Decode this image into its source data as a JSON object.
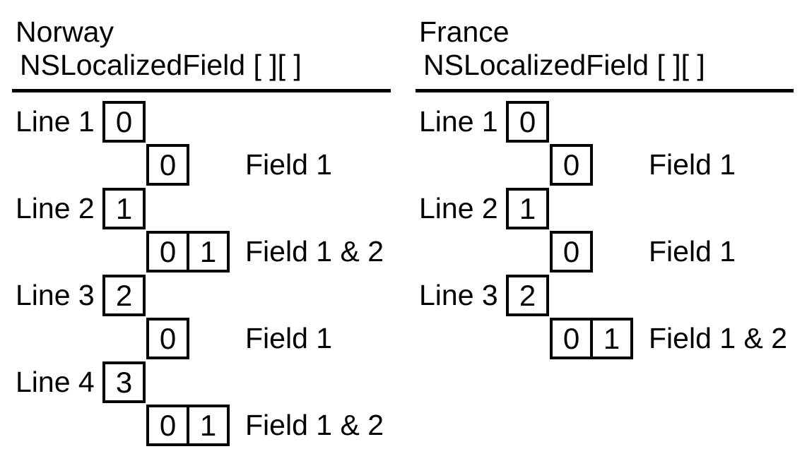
{
  "background_color": "#ffffff",
  "text_color": "#000000",
  "columns": {
    "norway": {
      "country": "Norway",
      "structure": "NSLocalizedField [ ][ ]",
      "rows": [
        {
          "type": "line",
          "label": "Line 1",
          "cells": [
            "0"
          ]
        },
        {
          "type": "field",
          "label": "Field 1",
          "cells": [
            "0"
          ]
        },
        {
          "type": "line",
          "label": "Line 2",
          "cells": [
            "1"
          ]
        },
        {
          "type": "field",
          "label": "Field 1 & 2",
          "cells": [
            "0",
            "1"
          ]
        },
        {
          "type": "line",
          "label": "Line 3",
          "cells": [
            "2"
          ]
        },
        {
          "type": "field",
          "label": "Field 1",
          "cells": [
            "0"
          ]
        },
        {
          "type": "line",
          "label": "Line 4",
          "cells": [
            "3"
          ]
        },
        {
          "type": "field",
          "label": "Field 1 & 2",
          "cells": [
            "0",
            "1"
          ]
        }
      ]
    },
    "france": {
      "country": "France",
      "structure": "NSLocalizedField [ ][ ]",
      "rows": [
        {
          "type": "line",
          "label": "Line 1",
          "cells": [
            "0"
          ]
        },
        {
          "type": "field",
          "label": "Field 1",
          "cells": [
            "0"
          ]
        },
        {
          "type": "line",
          "label": "Line 2",
          "cells": [
            "1"
          ]
        },
        {
          "type": "field",
          "label": "Field 1",
          "cells": [
            "0"
          ]
        },
        {
          "type": "line",
          "label": "Line 3",
          "cells": [
            "2"
          ]
        },
        {
          "type": "field",
          "label": "Field 1 & 2",
          "cells": [
            "0",
            "1"
          ]
        }
      ]
    }
  }
}
